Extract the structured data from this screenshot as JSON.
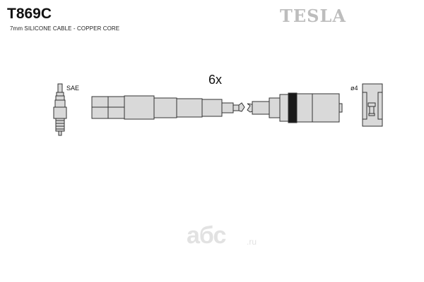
{
  "header": {
    "model": "T869C",
    "spec": "7mm SILICONE CABLE - COPPER CORE",
    "brand": "TESLA"
  },
  "diagram": {
    "quantity": "6x",
    "plug_standard": "SAE",
    "terminal_diameter": "ø4",
    "stroke_color": "#333333",
    "fill_color": "#d9d9d9",
    "band_color": "#1a1a1a"
  },
  "watermark": {
    "brand": "абс",
    "tld": ".ru"
  }
}
